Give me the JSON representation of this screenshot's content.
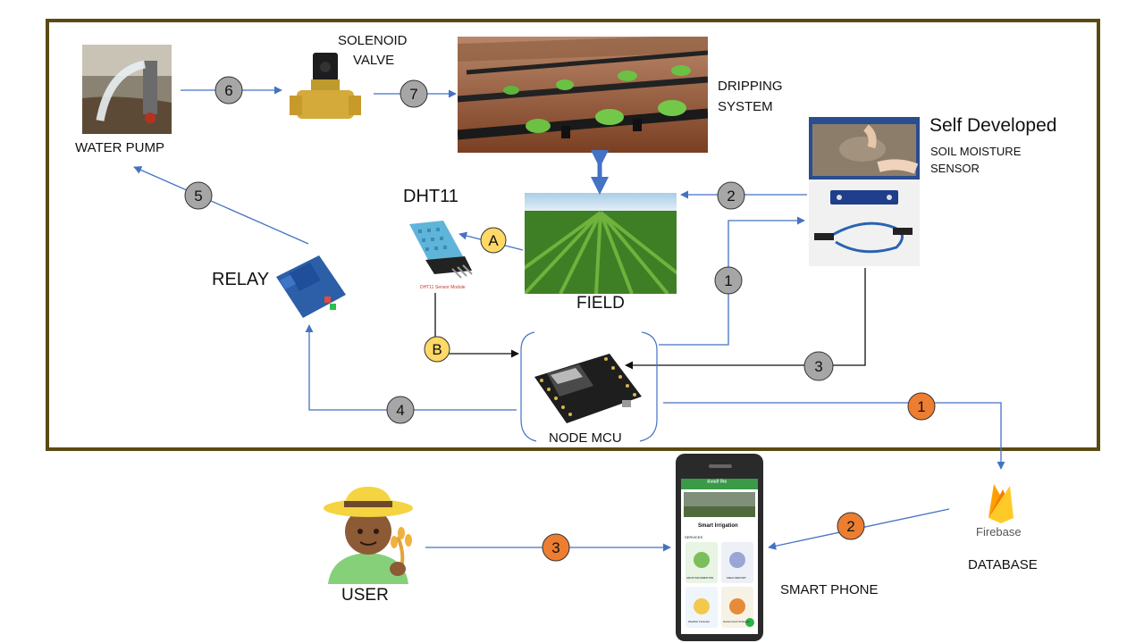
{
  "labels": {
    "water_pump": "WATER PUMP",
    "solenoid_valve_line1": "SOLENOID",
    "solenoid_valve_line2": "VALVE",
    "dripping_line1": "DRIPPING",
    "dripping_line2": "SYSTEM",
    "self_developed": "Self Developed",
    "soil_line1": "SOIL MOISTURE",
    "soil_line2": "SENSOR",
    "dht11": "DHT11",
    "field": "FIELD",
    "relay": "RELAY",
    "node_mcu": "NODE MCU",
    "user": "USER",
    "smart_phone": "SMART PHONE",
    "database": "DATABASE",
    "firebase": "Firebase",
    "dht_module_caption": "DHT11 Sensor Module"
  },
  "phone_app": {
    "header": "शेतकरी मित्र",
    "title": "Smart Irrigation",
    "section": "SERVICES",
    "cards": [
      "CROP INFORMATION",
      "FIELD REPORT",
      "Weather Forecast",
      "Government Schemes"
    ]
  },
  "badges": {
    "gray": [
      "1",
      "2",
      "3",
      "4",
      "5",
      "6",
      "7"
    ],
    "yellow": [
      "A",
      "B"
    ],
    "orange": [
      "1",
      "2",
      "3"
    ]
  },
  "colors": {
    "frame": "#5a4a14",
    "arrow": "#4472c4",
    "badge_gray": "#a6a6a6",
    "badge_yellow": "#ffd966",
    "badge_orange": "#ed7d31"
  }
}
